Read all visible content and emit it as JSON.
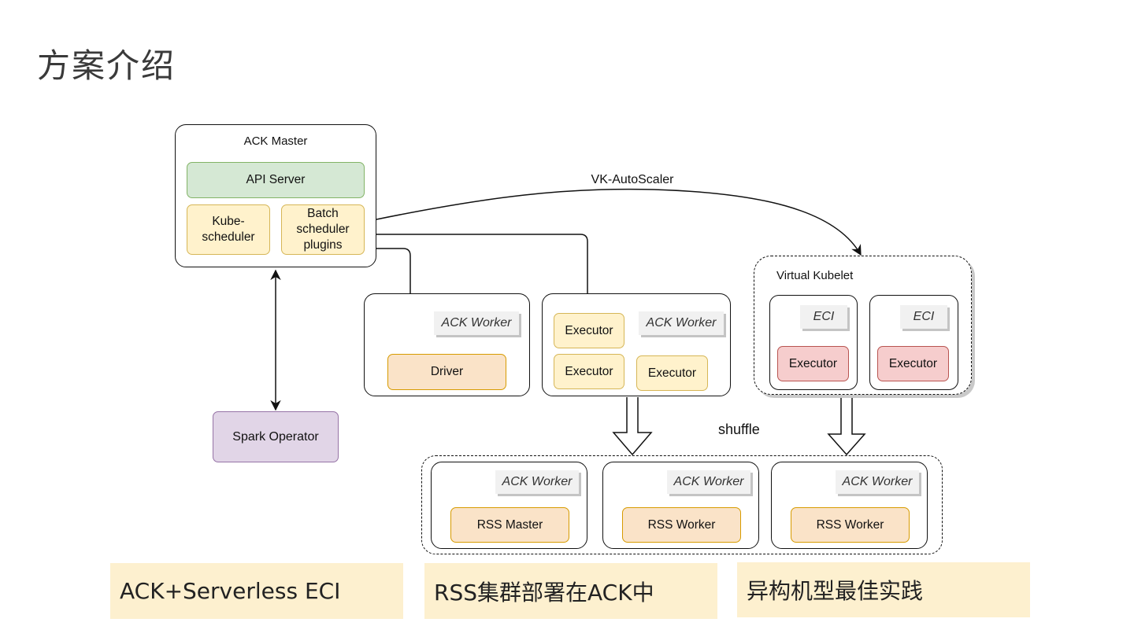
{
  "slide": {
    "title": "方案介绍"
  },
  "diagram": {
    "ack_master": {
      "label": "ACK Master",
      "api_server": "API Server",
      "kube_scheduler": "Kube-\nscheduler",
      "batch_scheduler": "Batch\nscheduler\nplugins"
    },
    "spark_operator": "Spark Operator",
    "edge_vk_autoscaler": "VK-AutoScaler",
    "driver_worker": {
      "tag": "ACK Worker",
      "driver": "Driver"
    },
    "executor_worker": {
      "tag": "ACK Worker",
      "executors": [
        "Executor",
        "Executor",
        "Executor"
      ]
    },
    "virtual_kubelet": {
      "label": "Virtual Kubelet",
      "eci_nodes": [
        {
          "tag": "ECI",
          "executor": "Executor"
        },
        {
          "tag": "ECI",
          "executor": "Executor"
        }
      ]
    },
    "shuffle_label": "shuffle",
    "rss_cluster": {
      "workers": [
        {
          "tag": "ACK Worker",
          "service": "RSS Master"
        },
        {
          "tag": "ACK Worker",
          "service": "RSS Worker"
        },
        {
          "tag": "ACK Worker",
          "service": "RSS Worker"
        }
      ]
    }
  },
  "footer": {
    "items": [
      "ACK+Serverless ECI",
      "RSS集群部署在ACK中",
      "异构机型最佳实践"
    ]
  },
  "colors": {
    "api_server": "#d5e8d4",
    "scheduler": "#fff2cc",
    "driver_rss": "#fae3c8",
    "eci_executor": "#f6cdcd",
    "spark_operator": "#e1d5e7",
    "footer_bg": "#fdf0cf"
  }
}
